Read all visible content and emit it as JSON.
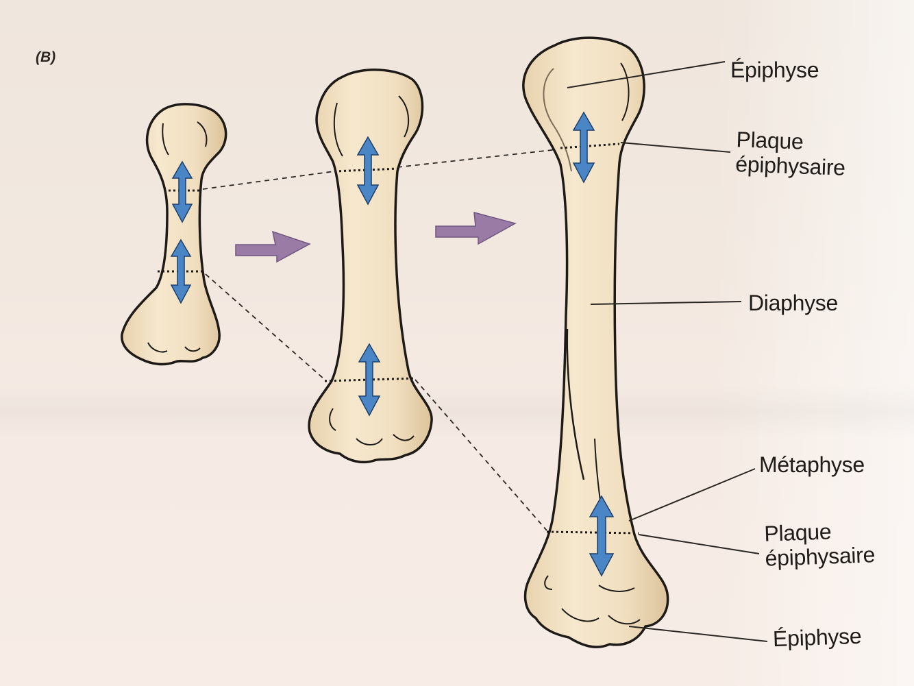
{
  "panel": {
    "letter": "(B)"
  },
  "labels": {
    "epiphyse_top": "Épiphyse",
    "plaque_top_line1": "Plaque",
    "plaque_top_line2": "épiphysaire",
    "diaphyse": "Diaphyse",
    "metaphyse": "Métaphyse",
    "plaque_bottom_line1": "Plaque",
    "plaque_bottom_line2": "épiphysaire",
    "epiphyse_bottom": "Épiphyse"
  },
  "colors": {
    "bone_fill": "#f1dfc0",
    "bone_outline": "#1d1a17",
    "growth_arrow": "#4a86c6",
    "progress_arrow": "#9a7ba6",
    "leader_line": "#2a2623"
  }
}
